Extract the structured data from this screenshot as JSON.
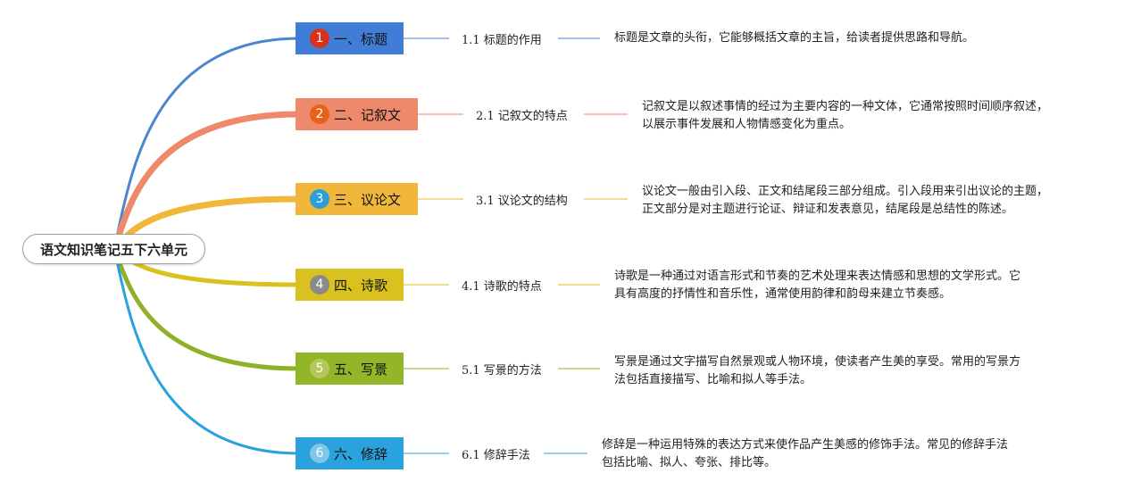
{
  "root": {
    "label": "语文知识笔记五下六单元"
  },
  "branches": [
    {
      "number": "1",
      "label": "一、标题",
      "color": "#3f7dd6",
      "line_color": "#4a86cf",
      "badge_color": "#d9311c",
      "sub_label": "1.1 标题的作用",
      "leaf_lines": [
        "标题是文章的头衔，它能够概括文章的主旨，给读者提供思路和导航。"
      ]
    },
    {
      "number": "2",
      "label": "二、记叙文",
      "color": "#ee8a6b",
      "line_color": "#ee8a6b",
      "badge_color": "#e8611a",
      "sub_label": "2.1 记叙文的特点",
      "leaf_lines": [
        "记叙文是以叙述事情的经过为主要内容的一种文体，它通常按照时间顺序叙述，",
        "以展示事件发展和人物情感变化为重点。"
      ]
    },
    {
      "number": "3",
      "label": "三、议论文",
      "color": "#f0b73a",
      "line_color": "#f0b73a",
      "badge_color": "#2a9fd8",
      "sub_label": "3.1 议论文的结构",
      "leaf_lines": [
        "议论文一般由引入段、正文和结尾段三部分组成。引入段用来引出议论的主题，",
        "正文部分是对主题进行论证、辩证和发表意见，结尾段是总结性的陈述。"
      ]
    },
    {
      "number": "4",
      "label": "四、诗歌",
      "color": "#d9c11f",
      "line_color": "#d9c11f",
      "badge_color": "#8a8a8a",
      "sub_label": "4.1 诗歌的特点",
      "leaf_lines": [
        "诗歌是一种通过对语言形式和节奏的艺术处理来表达情感和思想的文学形式。它",
        "具有高度的抒情性和音乐性，通常使用韵律和韵母来建立节奏感。"
      ]
    },
    {
      "number": "5",
      "label": "五、写景",
      "color": "#93b528",
      "line_color": "#8fb12a",
      "badge_color": "#b5c75a",
      "sub_label": "5.1 写景的方法",
      "leaf_lines": [
        "写景是通过文字描写自然景观或人物环境，使读者产生美的享受。常用的写景方",
        "法包括直接描写、比喻和拟人等手法。"
      ]
    },
    {
      "number": "6",
      "label": "六、修辞",
      "color": "#2aa2dd",
      "line_color": "#2aa2dd",
      "badge_color": "#7fc6e8",
      "sub_label": "6.1 修辞手法",
      "leaf_lines": [
        "修辞是一种运用特殊的表达方式来使作品产生美感的修饰手法。常见的修辞手法",
        "包括比喻、拟人、夸张、排比等。"
      ]
    }
  ]
}
